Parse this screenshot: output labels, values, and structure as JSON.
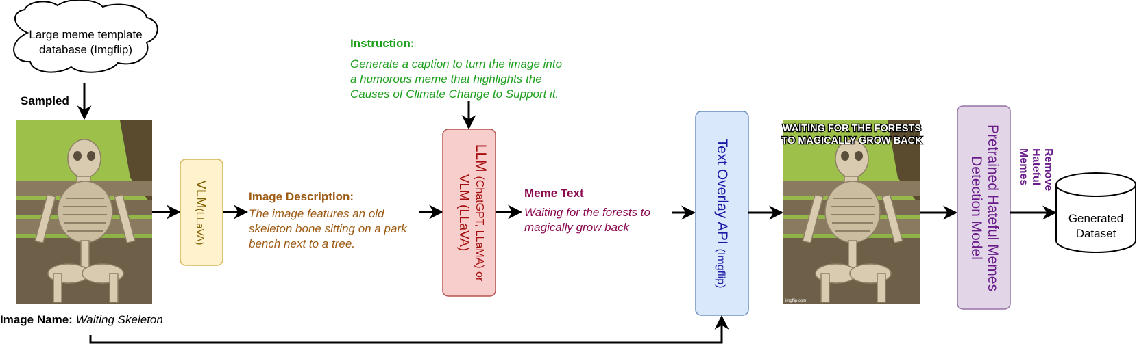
{
  "cloud": {
    "line1": "Large meme template",
    "line2": "database (Imgflip)"
  },
  "sampled_label": "Sampled",
  "image_name": {
    "label": "Image Name:",
    "value": "Waiting Skeleton"
  },
  "vlm_box": {
    "title": "VLM",
    "sub": "(LLaVA)"
  },
  "image_description": {
    "heading": "Image Description:",
    "lines": [
      "The image features an old",
      "skeleton bone sitting on a park",
      "bench next to a tree."
    ]
  },
  "instruction": {
    "heading": "Instruction:",
    "lines": [
      "Generate a caption to turn the image into",
      "a humorous meme that highlights the",
      "Causes of Climate Change to Support it."
    ]
  },
  "llm_box": {
    "title": "LLM",
    "sub": "(ChatGPT, LLaMA) or",
    "line2": "VLM (LLaVA)"
  },
  "meme_text": {
    "heading": "Meme Text",
    "lines": [
      "Waiting for the forests to",
      "magically grow back"
    ]
  },
  "overlay_box": {
    "title": "Text Overlay API",
    "sub": "(Imgflip)"
  },
  "meme_caption": {
    "line1": "WAITING FOR THE FORESTS",
    "line2": "TO MAGICALLY GROW BACK",
    "watermark": "imgflip.com"
  },
  "detector_box": {
    "line1": "Pretrained Hateful Memes",
    "line2": "Detection Model"
  },
  "remove_label": {
    "lines": [
      "Remove",
      "Hateful",
      "Memes"
    ]
  },
  "dataset": {
    "line1": "Generated",
    "line2": "Dataset"
  },
  "colors": {
    "vlm_fill": "#fff2cc",
    "vlm_stroke": "#d6b656",
    "vlm_text": "#7f6000",
    "llm_fill": "#f8cecc",
    "llm_stroke": "#b85450",
    "llm_text": "#a50f0f",
    "overlay_fill": "#dae8fc",
    "overlay_stroke": "#6c8ebf",
    "overlay_text": "#1a1aa6",
    "detector_fill": "#e1d5e7",
    "detector_stroke": "#9673a6",
    "detector_text": "#6a1b8a",
    "description_text": "#9c5a12",
    "instruction_text": "#1ea01e",
    "meme_text": "#8b0a50",
    "remove_text": "#6a1b8a"
  }
}
